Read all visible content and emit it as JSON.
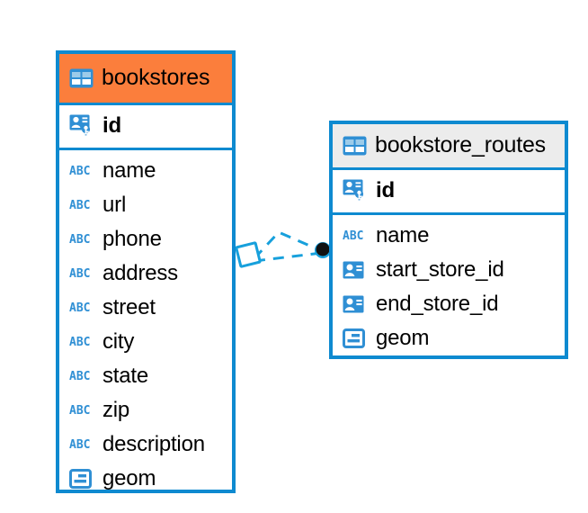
{
  "diagram": {
    "type": "entity-relationship-diagram",
    "colors": {
      "border": "#0e8ad0",
      "header_accent": "#fb7e3c",
      "header_muted": "#ececec",
      "icon_blue": "#2f8fd4",
      "connector": "#17a0dc",
      "text": "#000000",
      "background": "#ffffff"
    },
    "entities": [
      {
        "name": "bookstores",
        "header_style": "accent",
        "header_icon": "table-grid-icon",
        "primary_key": {
          "label": "id",
          "icon": "primary-key-icon"
        },
        "fields": [
          {
            "label": "name",
            "icon": "abc-text-icon"
          },
          {
            "label": "url",
            "icon": "abc-text-icon"
          },
          {
            "label": "phone",
            "icon": "abc-text-icon"
          },
          {
            "label": "address",
            "icon": "abc-text-icon"
          },
          {
            "label": "street",
            "icon": "abc-text-icon"
          },
          {
            "label": "city",
            "icon": "abc-text-icon"
          },
          {
            "label": "state",
            "icon": "abc-text-icon"
          },
          {
            "label": "zip",
            "icon": "abc-text-icon"
          },
          {
            "label": "description",
            "icon": "abc-text-icon"
          },
          {
            "label": "geom",
            "icon": "geometry-icon"
          }
        ]
      },
      {
        "name": "bookstore_routes",
        "header_style": "muted",
        "header_icon": "table-grid-icon",
        "primary_key": {
          "label": "id",
          "icon": "primary-key-icon"
        },
        "fields": [
          {
            "label": "name",
            "icon": "abc-text-icon"
          },
          {
            "label": "start_store_id",
            "icon": "foreign-key-icon"
          },
          {
            "label": "end_store_id",
            "icon": "foreign-key-icon"
          },
          {
            "label": "geom",
            "icon": "geometry-icon"
          }
        ]
      }
    ],
    "relationship": {
      "style": "dashed",
      "source_marker": "diamond-marker",
      "target_marker": "filled-circle-marker"
    }
  }
}
